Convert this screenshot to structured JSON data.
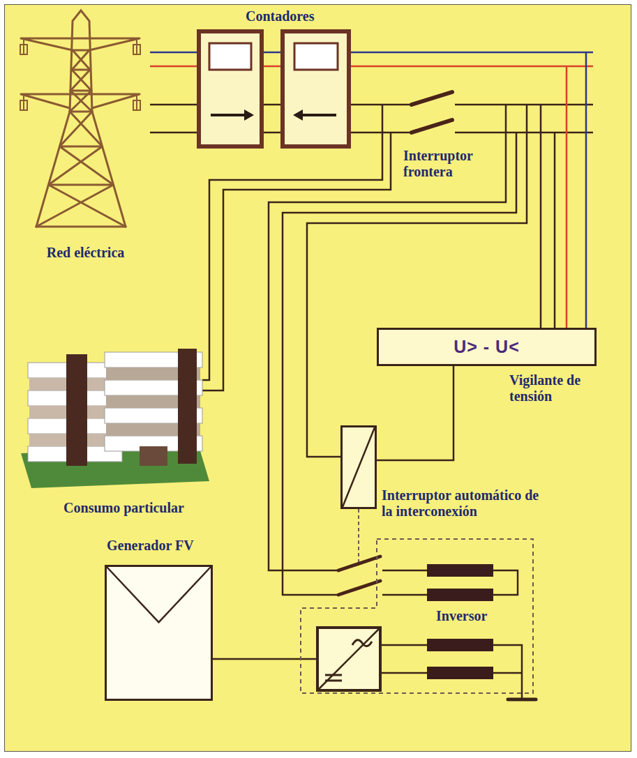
{
  "diagram": {
    "nodes": [
      {
        "text": [
          "Red eléctrica"
        ]
      },
      {
        "text": [
          "U> - U<",
          "Vigilante de tensión"
        ]
      },
      {
        "text": [
          "Consumo particular"
        ]
      },
      {
        "text": [
          "Interruptor automático de la interconexión"
        ]
      },
      {
        "text": [
          "Generador FV"
        ]
      },
      {
        "text": [
          "Inversor"
        ]
      }
    ],
    "edges": [
      {
        "from": 1,
        "to": 3,
        "arrow": "none"
      },
      {
        "from": 4,
        "to": 5,
        "arrow": "none"
      }
    ],
    "labels": [
      "Contadores",
      "Interruptor frontera"
    ]
  }
}
